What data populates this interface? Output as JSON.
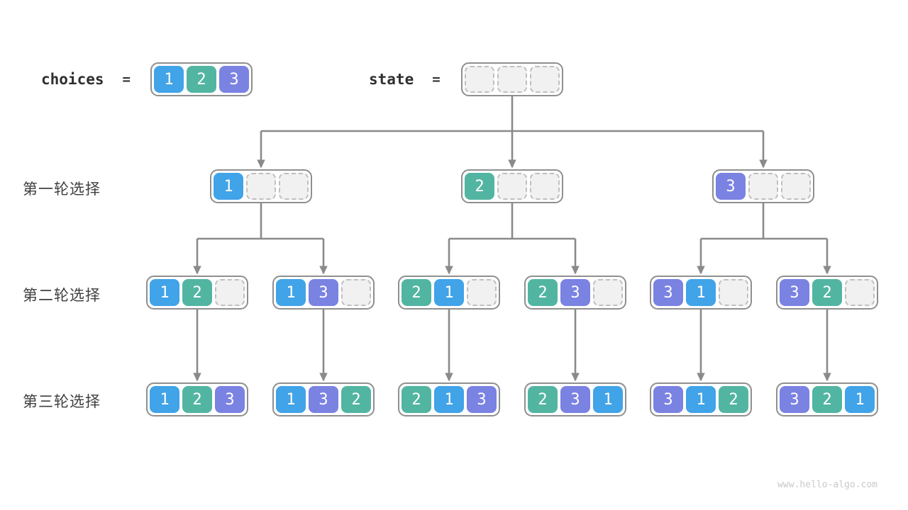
{
  "header": {
    "choices_label": "choices",
    "equals": "=",
    "state_label": "state",
    "choices_values": [
      "1",
      "2",
      "3"
    ],
    "state_values": [
      null,
      null,
      null
    ]
  },
  "rows": [
    {
      "label": "第一轮选择",
      "nodes": [
        [
          "1",
          null,
          null
        ],
        [
          "2",
          null,
          null
        ],
        [
          "3",
          null,
          null
        ]
      ]
    },
    {
      "label": "第二轮选择",
      "nodes": [
        [
          "1",
          "2",
          null
        ],
        [
          "1",
          "3",
          null
        ],
        [
          "2",
          "1",
          null
        ],
        [
          "2",
          "3",
          null
        ],
        [
          "3",
          "1",
          null
        ],
        [
          "3",
          "2",
          null
        ]
      ]
    },
    {
      "label": "第三轮选择",
      "nodes": [
        [
          "1",
          "2",
          "3"
        ],
        [
          "1",
          "3",
          "2"
        ],
        [
          "2",
          "1",
          "3"
        ],
        [
          "2",
          "3",
          "1"
        ],
        [
          "3",
          "1",
          "2"
        ],
        [
          "3",
          "2",
          "1"
        ]
      ]
    }
  ],
  "colors": {
    "1": "#41a3e8",
    "2": "#52b5a2",
    "3": "#7a82e2",
    "empty_fill": "#f1f1f1",
    "empty_border": "#bfbfbf",
    "box_border": "#8f8f8f",
    "arrow": "#8a8a8a"
  },
  "watermark": "www.hello-algo.com"
}
